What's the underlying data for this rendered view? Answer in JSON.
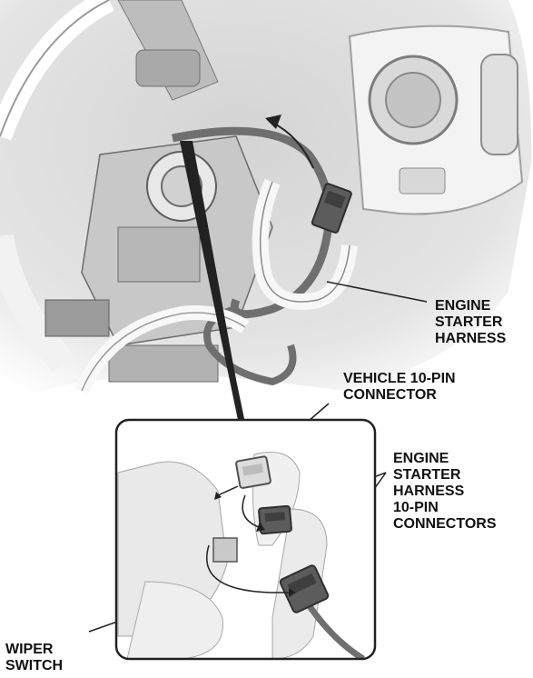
{
  "callouts": {
    "engine_starter_harness": "ENGINE\nSTARTER\nHARNESS",
    "vehicle_connector": "VEHICLE 10-PIN\nCONNECTOR",
    "harness_connectors": "ENGINE\nSTARTER\nHARNESS\n10-PIN\nCONNECTORS",
    "wiper_switch": "WIPER\nSWITCH"
  },
  "colors": {
    "harness": "#6f6f6f",
    "connector": "#5c5c5c",
    "dashboard": "#e6e6e6",
    "ink": "#111111"
  }
}
